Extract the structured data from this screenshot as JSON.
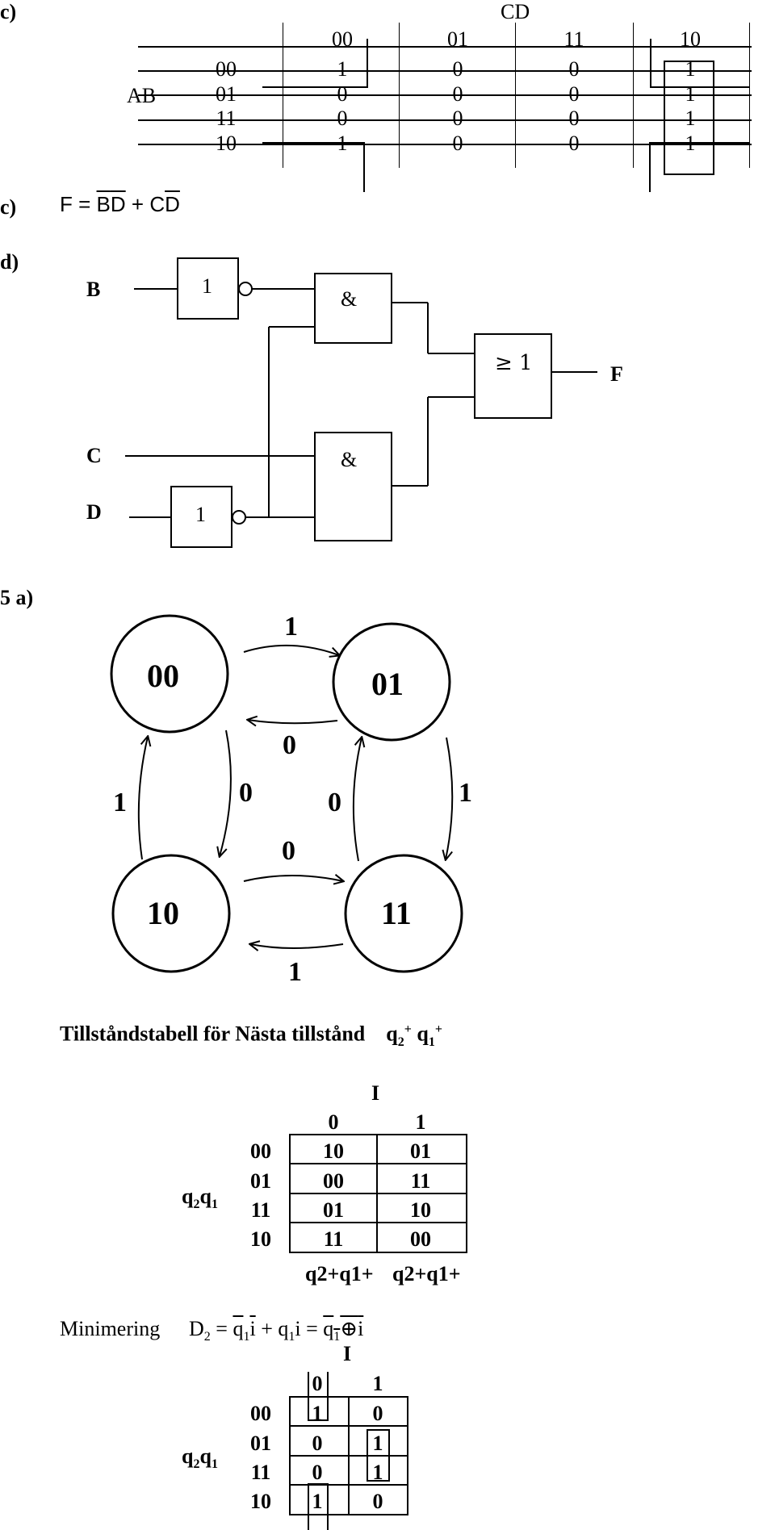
{
  "part_c_kmap": {
    "label": "c)",
    "col_var": "CD",
    "row_var": "AB",
    "cols": [
      "00",
      "01",
      "11",
      "10"
    ],
    "rows": [
      {
        "label": "00",
        "cells": [
          "1",
          "0",
          "0",
          "1"
        ]
      },
      {
        "label": "01",
        "cells": [
          "0",
          "0",
          "0",
          "1"
        ]
      },
      {
        "label": "11",
        "cells": [
          "0",
          "0",
          "0",
          "1"
        ]
      },
      {
        "label": "10",
        "cells": [
          "1",
          "0",
          "0",
          "1"
        ]
      }
    ]
  },
  "part_c_eq": {
    "label": "c)",
    "lhs": "F",
    "eq": "=",
    "t1a": "B",
    "t1b": "D",
    "plus": "+",
    "t2a": "C",
    "t2b": "D"
  },
  "part_d": {
    "label": "d)",
    "in_b": "B",
    "in_c": "C",
    "in_d": "D",
    "out": "F",
    "not_label": "1",
    "and_label": "&",
    "or_label": "≥ 1"
  },
  "part_5a": {
    "label": "5 a)",
    "states": [
      "00",
      "01",
      "10",
      "11"
    ],
    "edges": {
      "s00_s01": "1",
      "s01_s00": "0",
      "s10_s00": "1",
      "s00_s10": "0",
      "s11_s01": "0",
      "s01_s11": "1",
      "s10_s11": "0",
      "s11_s10": "1"
    }
  },
  "state_table": {
    "title": "Tillståndstabell för Nästa tillstånd",
    "q2": "q",
    "q2_sub": "2",
    "q2_sup": "+",
    "q1": "q",
    "q1_sub": "1",
    "q1_sup": "+",
    "col_var": "I",
    "row_var_a": "q",
    "row_var_sub_a": "2",
    "row_var_b": "q",
    "row_var_sub_b": "1",
    "cols": [
      "0",
      "1"
    ],
    "rows": [
      {
        "label": "00",
        "cells": [
          "10",
          "01"
        ]
      },
      {
        "label": "01",
        "cells": [
          "00",
          "11"
        ]
      },
      {
        "label": "11",
        "cells": [
          "01",
          "10"
        ]
      },
      {
        "label": "10",
        "cells": [
          "11",
          "00"
        ]
      }
    ],
    "footer": "q2+q1+"
  },
  "minimering": {
    "label": "Minimering",
    "d2": "D",
    "d2_sub": "2",
    "eq1": "=",
    "term1_q": "q",
    "term1_sub": "1",
    "term1_i": "i",
    "plus": "+",
    "term2_q": "q",
    "term2_sub": "1",
    "term2_i": "i",
    "eq2": "=",
    "xor_q": "q",
    "xor_sub": "1",
    "xor_op": "⊕",
    "xor_i": "i"
  },
  "kmap2": {
    "col_var": "I",
    "cols": [
      "0",
      "1"
    ],
    "row_var_a": "q",
    "row_var_sub_a": "2",
    "row_var_b": "q",
    "row_var_sub_b": "1",
    "rows": [
      {
        "label": "00",
        "cells": [
          "1",
          "0"
        ]
      },
      {
        "label": "01",
        "cells": [
          "0",
          "1"
        ]
      },
      {
        "label": "11",
        "cells": [
          "0",
          "1"
        ]
      },
      {
        "label": "10",
        "cells": [
          "1",
          "0"
        ]
      }
    ]
  }
}
